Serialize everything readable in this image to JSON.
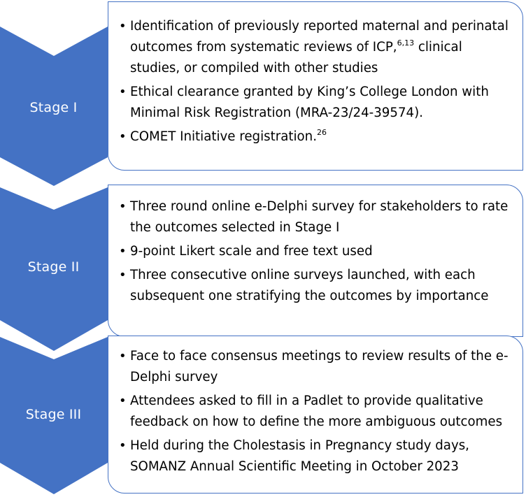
{
  "colors": {
    "chevron": "#4472c4",
    "border": "#4472c4",
    "label_text": "#ffffff",
    "body_text": "#000000"
  },
  "stages": [
    {
      "label": "Stage I",
      "bullets": [
        {
          "text": "Identification of previously reported maternal and perinatal outcomes from systematic reviews of ICP,",
          "sup": "6,13",
          "tail": " clinical studies, or compiled with other studies"
        },
        {
          "text": "Ethical clearance granted by King’s College London with Minimal Risk Registration (MRA-23/24-39574).",
          "sup": "",
          "tail": ""
        },
        {
          "text": "COMET Initiative registration.",
          "sup": "26",
          "tail": ""
        }
      ]
    },
    {
      "label": "Stage II",
      "bullets": [
        {
          "text": "Three round online e-Delphi survey for stakeholders to rate the outcomes selected in Stage I",
          "sup": "",
          "tail": ""
        },
        {
          "text": "9-point Likert scale and free text used",
          "sup": "",
          "tail": ""
        },
        {
          "text": "Three consecutive online surveys launched, with each subsequent one stratifying the outcomes by importance",
          "sup": "",
          "tail": ""
        }
      ]
    },
    {
      "label": "Stage III",
      "bullets": [
        {
          "text": "Face to face consensus meetings to review results of the e-Delphi survey",
          "sup": "",
          "tail": ""
        },
        {
          "text": "Attendees asked to fill in a Padlet to provide qualitative feedback on how to define the more ambiguous outcomes",
          "sup": "",
          "tail": ""
        },
        {
          "text": "Held during the Cholestasis in Pregnancy study days, SOMANZ Annual Scientific Meeting in October 2023",
          "sup": "",
          "tail": ""
        }
      ]
    }
  ]
}
